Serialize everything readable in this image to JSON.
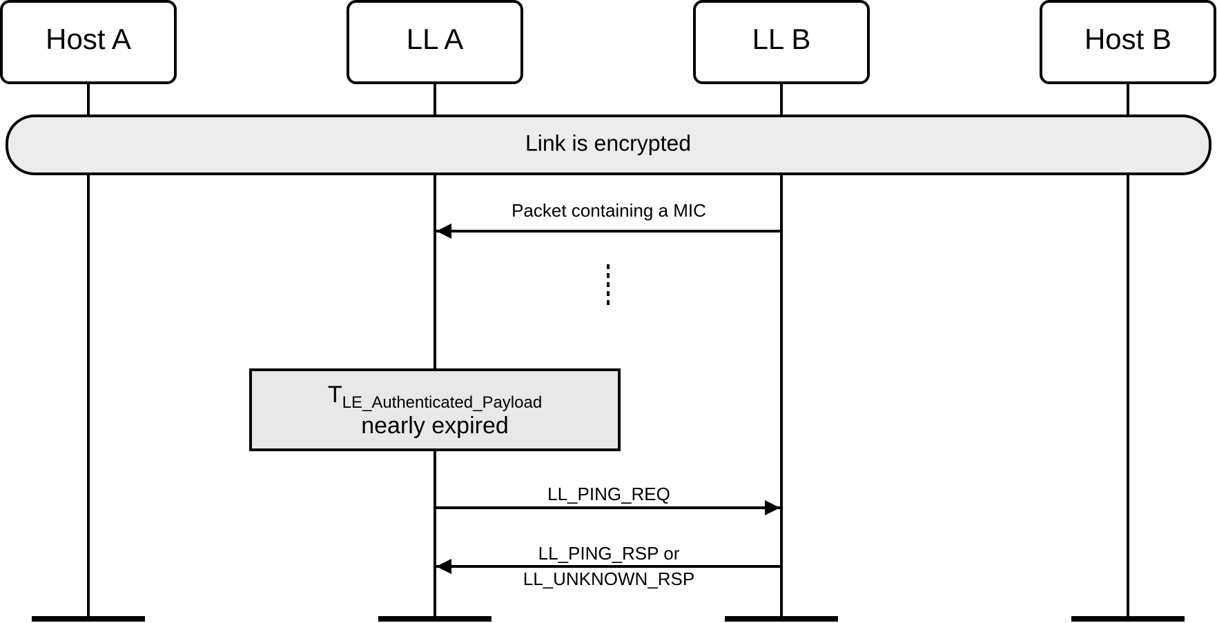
{
  "colors": {
    "line": "#000000",
    "band_fill": "#ececec",
    "note_fill": "#e8e8e8",
    "box_fill": "#ffffff"
  },
  "participants": [
    {
      "id": "host-a",
      "label": "Host A"
    },
    {
      "id": "ll-a",
      "label": "LL A"
    },
    {
      "id": "ll-b",
      "label": "LL B"
    },
    {
      "id": "host-b",
      "label": "Host B"
    }
  ],
  "band": {
    "label": "Link is encrypted"
  },
  "messages": [
    {
      "id": "packet-mic",
      "from": "ll-b",
      "to": "ll-a",
      "lines": [
        "Packet containing a MIC"
      ]
    },
    {
      "id": "ping-req",
      "from": "ll-a",
      "to": "ll-b",
      "lines": [
        "LL_PING_REQ"
      ]
    },
    {
      "id": "ping-rsp",
      "from": "ll-b",
      "to": "ll-a",
      "lines": [
        "LL_PING_RSP or",
        "LL_UNKNOWN_RSP"
      ]
    }
  ],
  "note": {
    "symbol": "T",
    "subscript": "LE_Authenticated_Payload",
    "line2": "nearly expired"
  }
}
